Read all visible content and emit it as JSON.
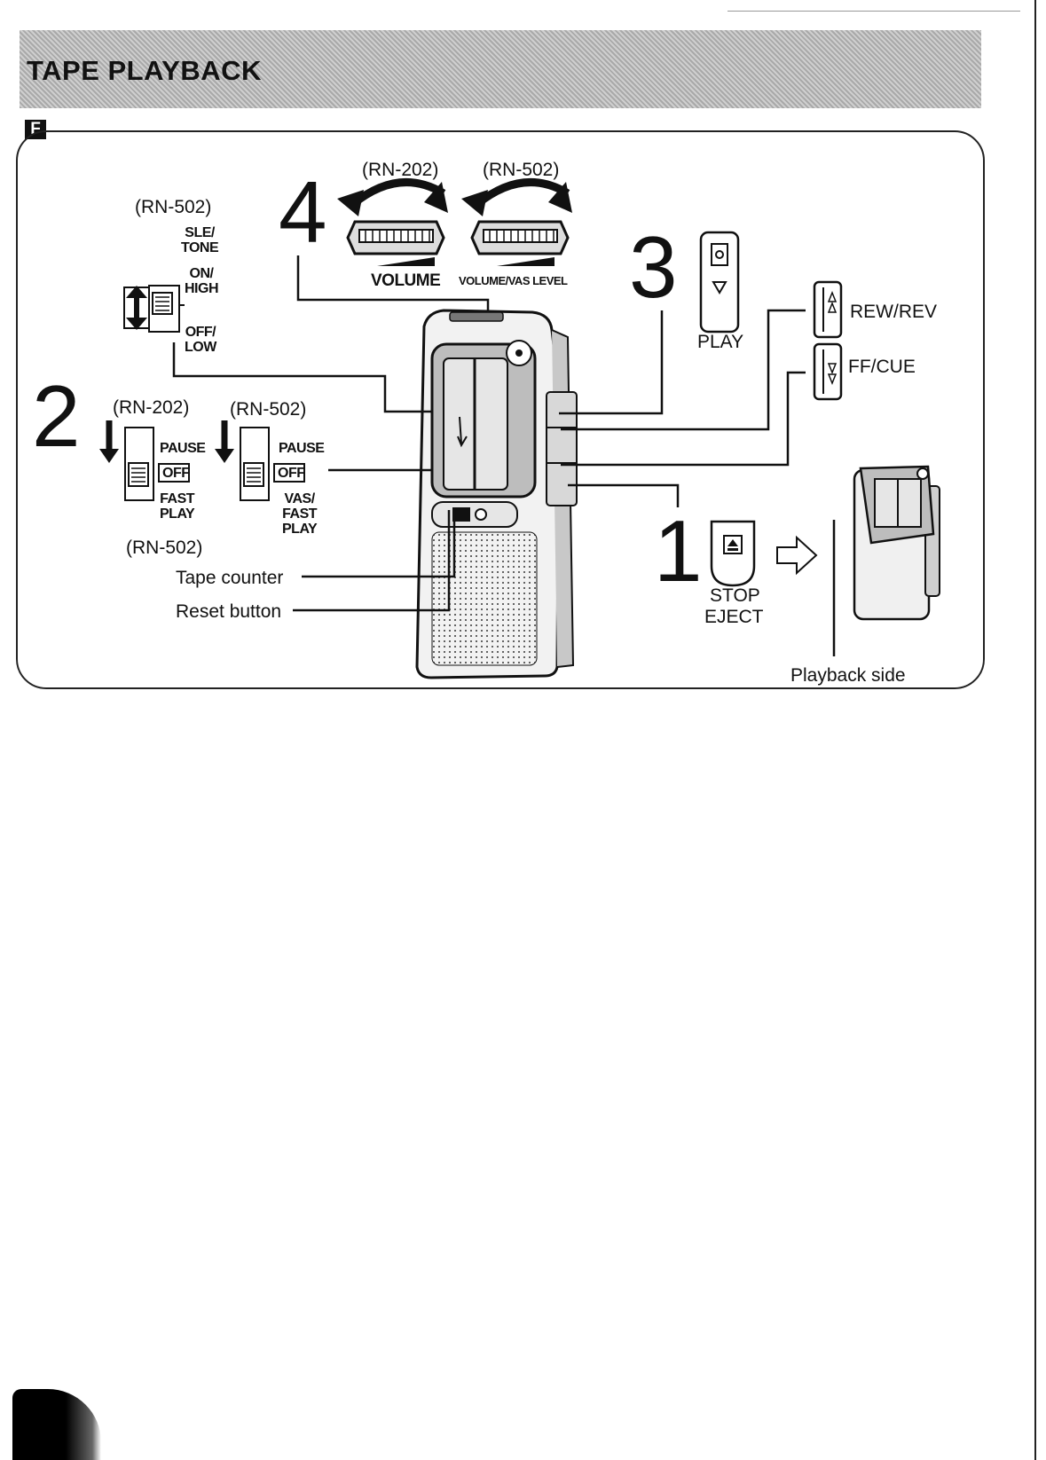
{
  "header": {
    "title": "TAPE PLAYBACK"
  },
  "section": {
    "badge": "F"
  },
  "steps": {
    "one": "1",
    "two": "2",
    "three": "3",
    "four": "4"
  },
  "step4": {
    "model_a": "(RN-202)",
    "model_b": "(RN-502)",
    "volume_a": "VOLUME",
    "volume_b": "VOLUME/VAS LEVEL"
  },
  "sle_tone": {
    "model": "(RN-502)",
    "title": "SLE/\nTONE",
    "on_high": "ON/\nHIGH",
    "off_low": "OFF/\nLOW"
  },
  "step2": {
    "model_a": "(RN-202)",
    "model_b": "(RN-502)",
    "pause": "PAUSE",
    "off": "OFF",
    "fast_play": "FAST\nPLAY",
    "vas_fast_play": "VAS/\nFAST\nPLAY",
    "model_c": "(RN-502)"
  },
  "step3": {
    "play": "PLAY"
  },
  "side_buttons": {
    "rew_rev": "REW/REV",
    "ff_cue": "FF/CUE"
  },
  "step1": {
    "stop": "STOP",
    "eject": "EJECT"
  },
  "callouts": {
    "tape_counter": "Tape counter",
    "reset_button": "Reset button",
    "playback_side": "Playback side"
  },
  "colors": {
    "ink": "#111111",
    "band": "#bdbdbd",
    "paper": "#ffffff"
  }
}
